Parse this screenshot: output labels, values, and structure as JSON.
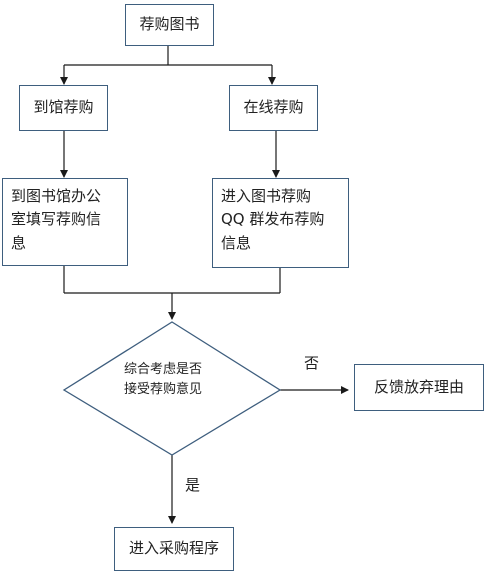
{
  "nodes": {
    "start": {
      "label": "荐购图书"
    },
    "visit": {
      "label": "到馆荐购"
    },
    "online": {
      "label": "在线荐购"
    },
    "office": {
      "lines": [
        "到图书馆办公",
        "室填写荐购信",
        "息"
      ]
    },
    "qq": {
      "lines": [
        "进入图书荐购",
        "QQ 群发布荐购",
        "信息"
      ]
    },
    "decision": {
      "lines": [
        "综合考虑是否",
        "接受荐购意见"
      ]
    },
    "reject": {
      "label": "反馈放弃理由"
    },
    "accept": {
      "label": "进入采购程序"
    }
  },
  "edges": {
    "no_label": "否",
    "yes_label": "是"
  }
}
